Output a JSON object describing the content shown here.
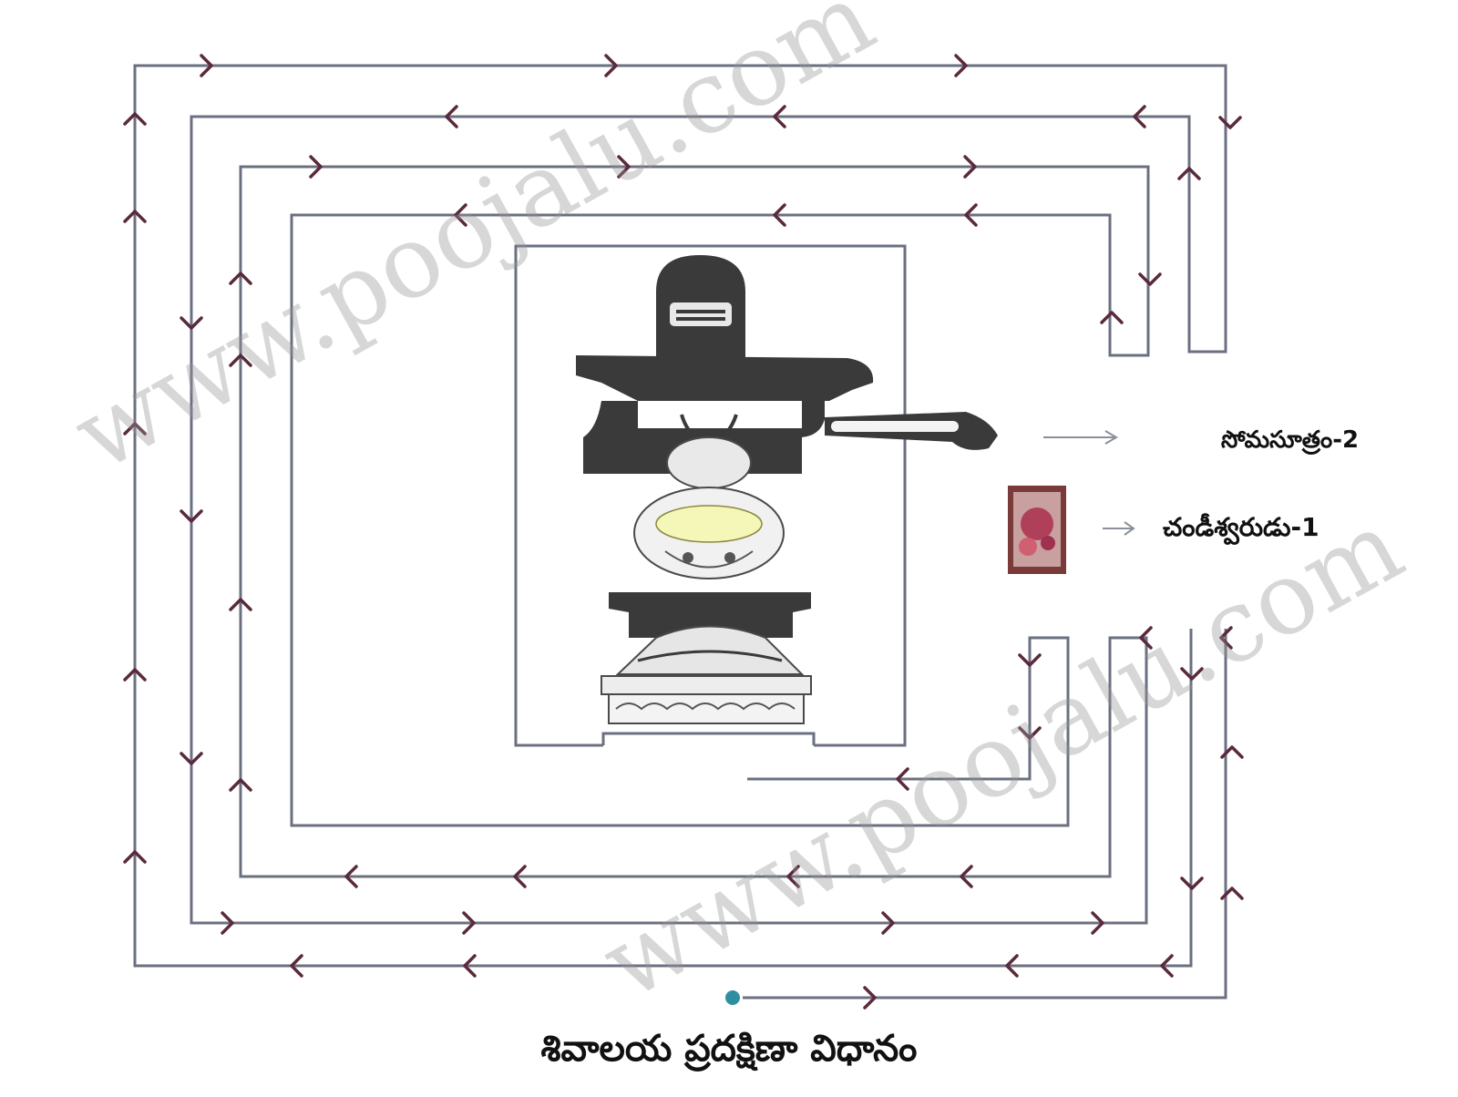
{
  "diagram": {
    "labels": {
      "soma_sutram": "సోమసూత్రం-2",
      "chandeeswarudu": "చండీశ్వరుడు-1",
      "title": "శివాలయ ప్రదక్షిణా విధానం"
    },
    "watermark": "www.poojalu.com",
    "colors": {
      "path_line": "#6b7080",
      "arrow": "#5a2a3a",
      "lingam_dark": "#3a3a3a",
      "start_dot": "#2f8fa0",
      "chandeeswara_image": "#b0405a"
    },
    "icons": [
      "shiva-lingam-icon",
      "nandi-head-icon",
      "chandeeswara-image-icon",
      "start-point-icon"
    ]
  }
}
